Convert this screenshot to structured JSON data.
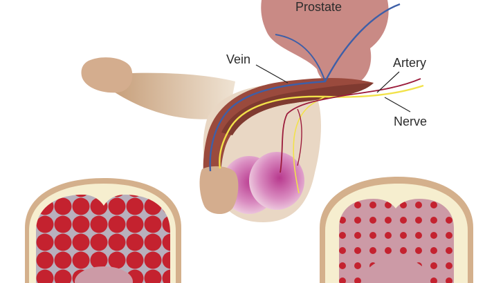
{
  "labels": {
    "prostate": "Prostate",
    "vein": "Vein",
    "artery": "Artery",
    "nerve": "Nerve"
  },
  "colors": {
    "skin_light": "#e9d7c4",
    "skin_mid": "#d4b08c",
    "tissue": "#9a4a3d",
    "tissue_dark": "#7f3a30",
    "prostate": "#c98a85",
    "vein": "#3d5fa8",
    "artery": "#9b1b3b",
    "nerve": "#f2e24a",
    "testis": "#c2479a",
    "sinus_red": "#c4222f",
    "section_fill": "#c8a0a8",
    "section_rim": "#f6eecf"
  }
}
